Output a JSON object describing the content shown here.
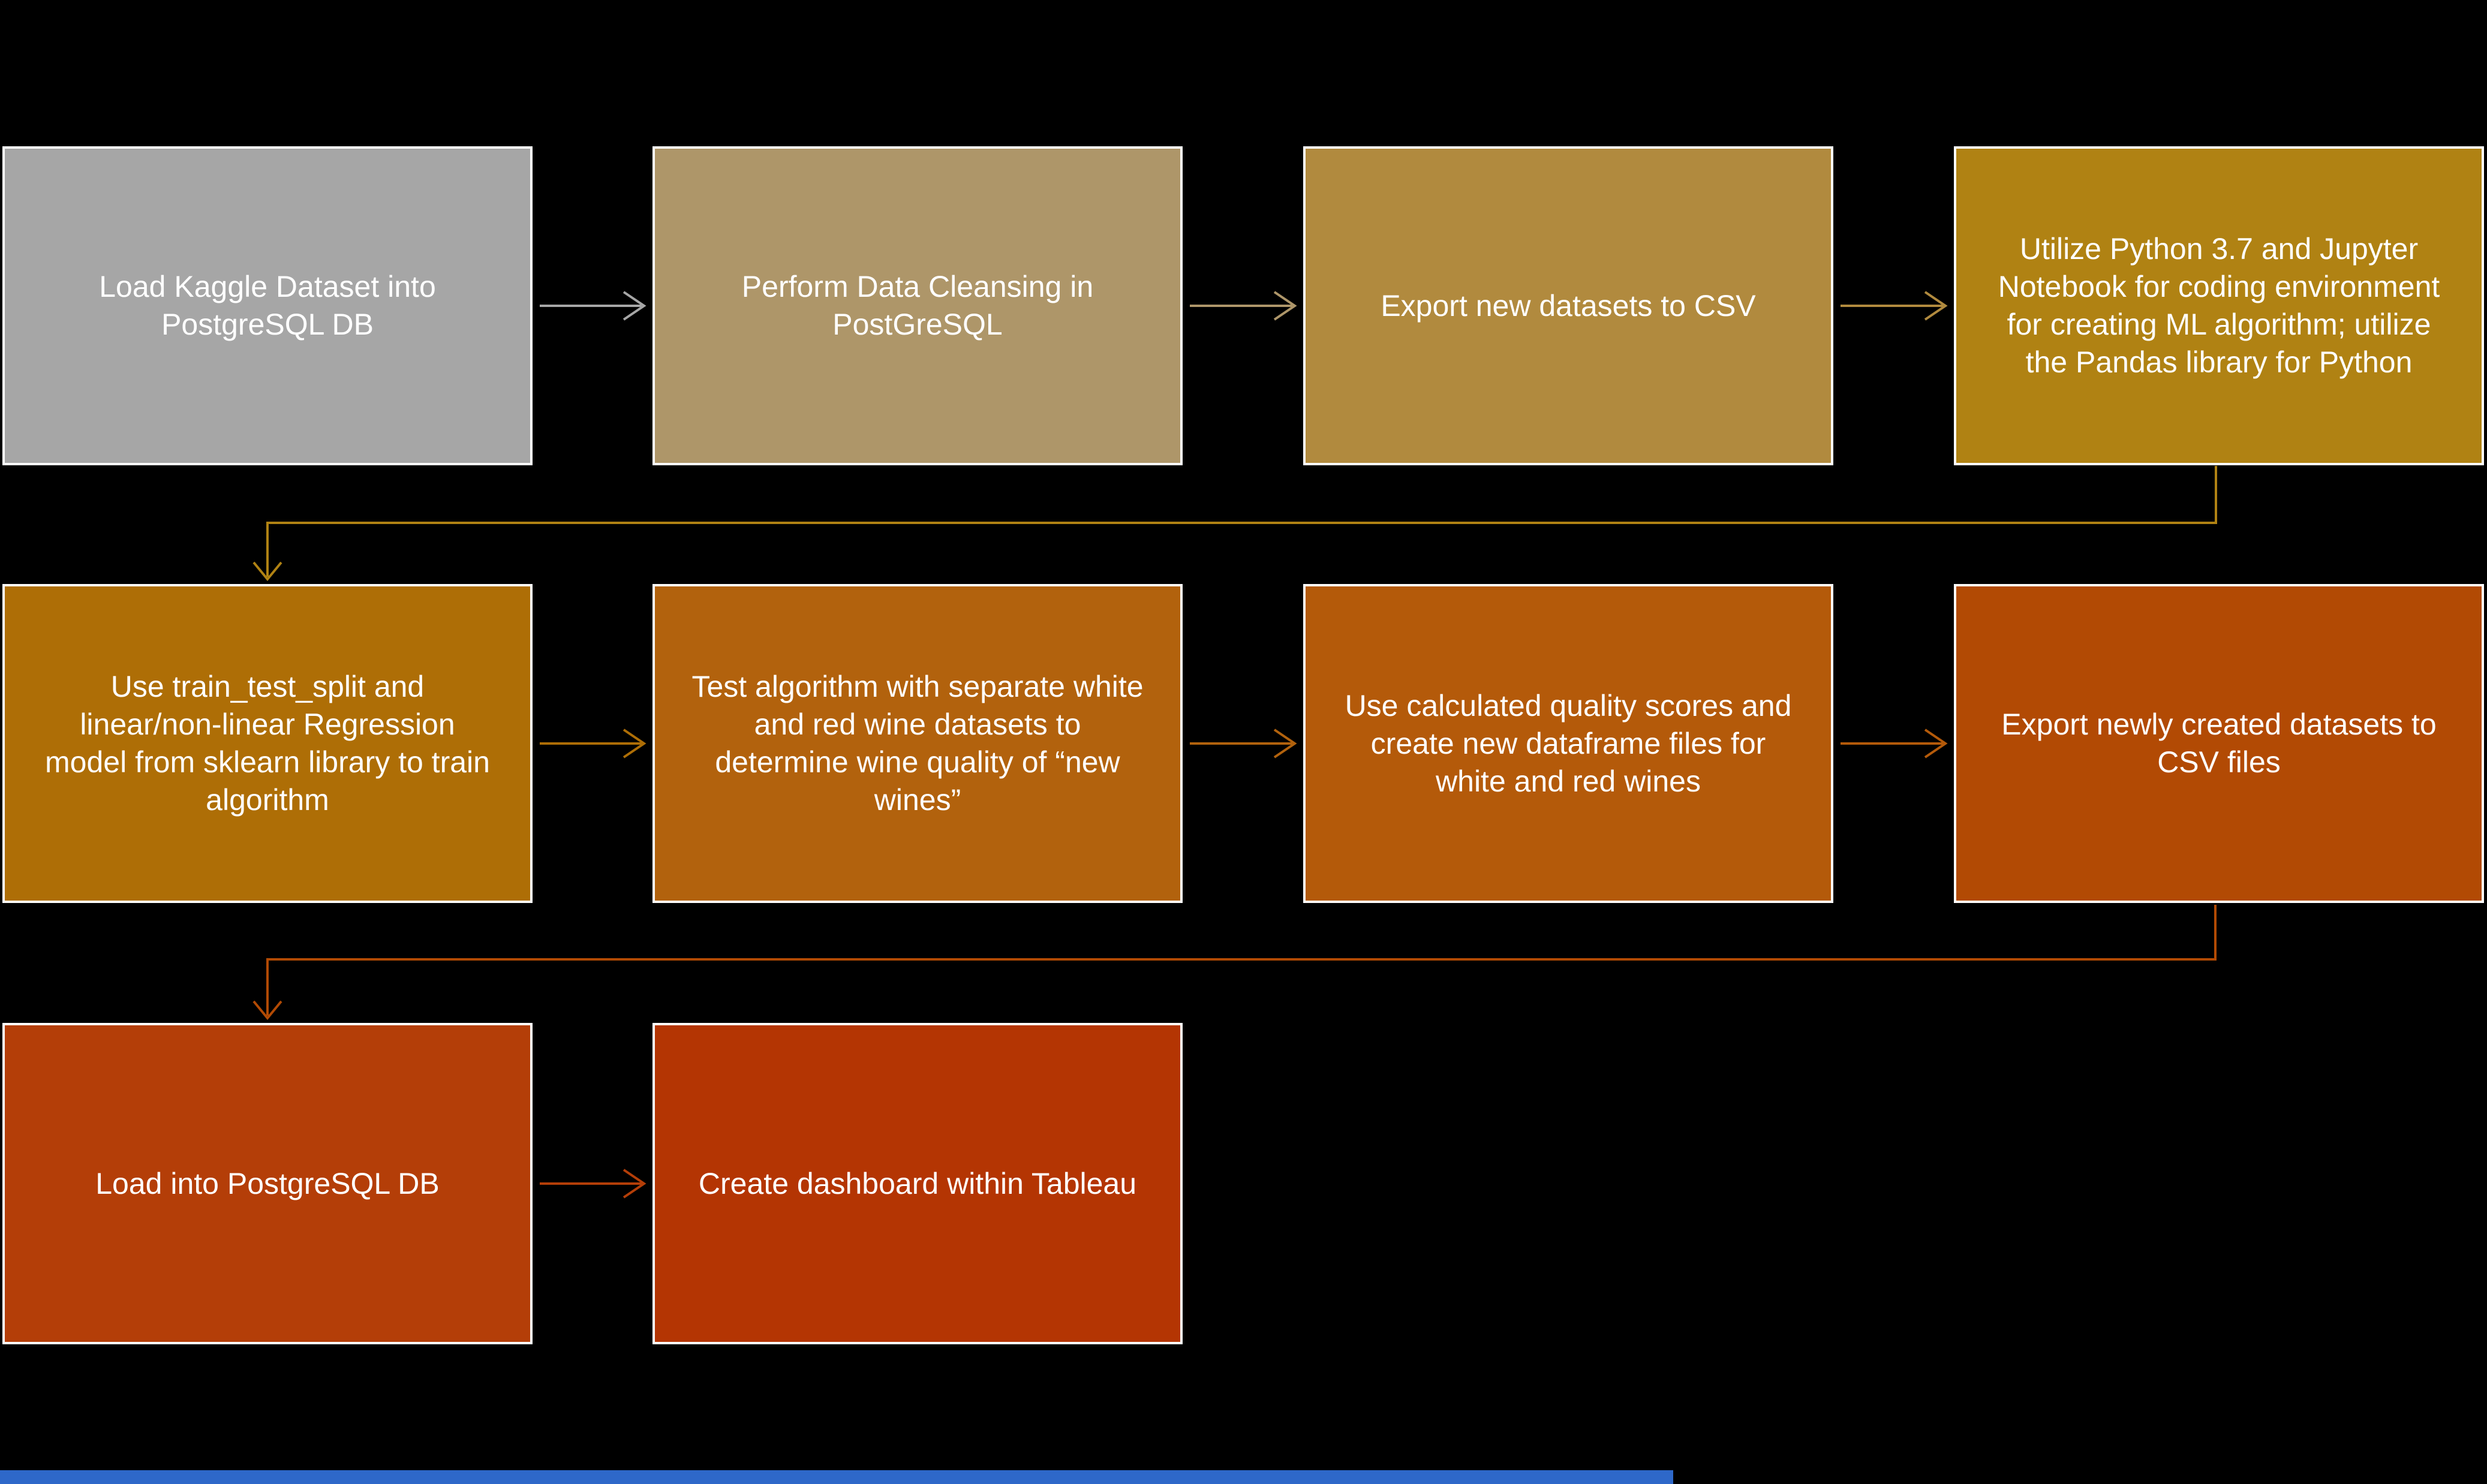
{
  "diagram": {
    "background": "#000000",
    "text_color": "#FFFFFF",
    "steps": [
      {
        "label": "Load Kaggle Dataset into PostgreSQL DB",
        "fill": "#A6A6A6"
      },
      {
        "label": "Perform Data Cleansing in PostGreSQL",
        "fill": "#AE9669"
      },
      {
        "label": "Export new datasets to CSV",
        "fill": "#B18A3E"
      },
      {
        "label": "Utilize Python 3.7 and Jupyter Notebook for coding environment for creating ML algorithm; utilize the Pandas library for Python",
        "fill": "#B08213"
      },
      {
        "label": "Use train_test_split and linear/non-linear Regression model from sklearn library to train algorithm",
        "fill": "#AE6E06"
      },
      {
        "label": "Test algorithm with separate white and red wine datasets to determine wine quality of “new wines”",
        "fill": "#B2620D"
      },
      {
        "label": "Use calculated quality scores and create new dataframe files for white and red wines",
        "fill": "#B45A0A"
      },
      {
        "label": "Export newly created datasets to CSV files",
        "fill": "#B24A04"
      },
      {
        "label": "Load into PostgreSQL DB",
        "fill": "#B43E08"
      },
      {
        "label": "Create dashboard within Tableau",
        "fill": "#B43503"
      }
    ],
    "connectors": [
      {
        "name": "arrow-row1-1",
        "color": "#A6A6A6"
      },
      {
        "name": "arrow-row1-2",
        "color": "#AE9669"
      },
      {
        "name": "arrow-row1-3",
        "color": "#B18A3E"
      },
      {
        "name": "elbow-row1-to-row2",
        "color": "#B08213"
      },
      {
        "name": "arrow-row2-1",
        "color": "#AE6E06"
      },
      {
        "name": "arrow-row2-2",
        "color": "#B2620D"
      },
      {
        "name": "arrow-row2-3",
        "color": "#B45A0A"
      },
      {
        "name": "elbow-row2-to-row3",
        "color": "#B24A04"
      },
      {
        "name": "arrow-row3-1",
        "color": "#B43E08"
      }
    ],
    "footer_bar": {
      "color": "#2E68C9"
    }
  }
}
